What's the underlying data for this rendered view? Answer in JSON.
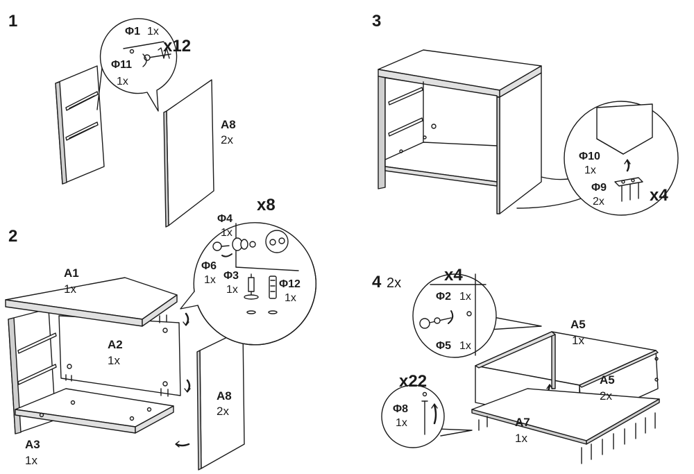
{
  "steps": [
    {
      "number": "1"
    },
    {
      "number": "2"
    },
    {
      "number": "3"
    },
    {
      "number": "4",
      "qty": "2x"
    }
  ],
  "step1": {
    "callout": {
      "p1": "Φ1",
      "p1_qty": "1x",
      "p11": "Φ11",
      "p11_qty": "1x",
      "mult": "x12"
    },
    "part": {
      "code": "A8",
      "qty": "2x"
    }
  },
  "step2": {
    "callout": {
      "mult": "x8",
      "p4": "Φ4",
      "p4_qty": "1x",
      "p6": "Φ6",
      "p6_qty": "1x",
      "p3": "Φ3",
      "p3_qty": "1x",
      "p12": "Φ12",
      "p12_qty": "1x"
    },
    "parts": [
      {
        "code": "A1",
        "qty": "1x"
      },
      {
        "code": "A2",
        "qty": "1x"
      },
      {
        "code": "A8",
        "qty": "2x"
      },
      {
        "code": "A3",
        "qty": "1x"
      }
    ]
  },
  "step3": {
    "callout": {
      "p10": "Φ10",
      "p10_qty": "1x",
      "p9": "Φ9",
      "p9_qty": "2x",
      "mult": "x4"
    }
  },
  "step4": {
    "callout_top": {
      "mult": "x4",
      "p2": "Φ2",
      "p2_qty": "1x",
      "p5": "Φ5",
      "p5_qty": "1x"
    },
    "callout_bottom": {
      "mult": "x22",
      "p8": "Φ8",
      "p8_qty": "1x"
    },
    "parts": [
      {
        "code": "A5",
        "qty": "1x"
      },
      {
        "code": "A5",
        "qty": "2x"
      },
      {
        "code": "A7",
        "qty": "1x"
      }
    ]
  },
  "colors": {
    "line": "#1a1a1a",
    "panel_edge": "#cfcfcf",
    "panel_face": "#ffffff"
  }
}
